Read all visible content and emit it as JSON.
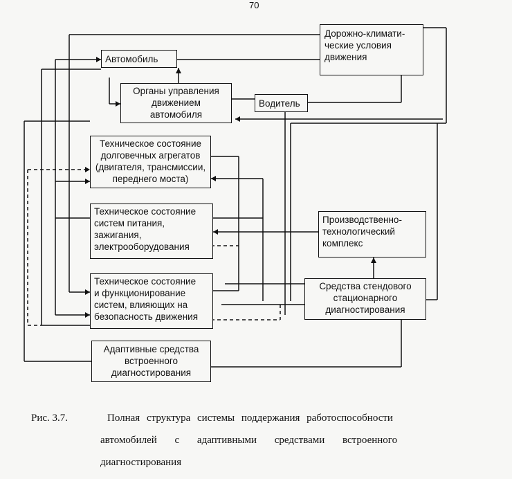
{
  "page_number": "70",
  "boxes": {
    "road": "Дорожно-климати-\nческие условия\nдвижения",
    "car": "Автомобиль",
    "controls": "Органы управления\nдвижением\nавтомобиля",
    "driver": "Водитель",
    "tech_aggregates": "Техническое состояние\nдолговечных агрегатов\n(двигателя, трансмиссии,\nпереднего моста)",
    "tech_systems": "Техническое состояние\nсистем питания,\nзажигания,\nэлектрооборудования",
    "production": "Производственно-\nтехнологический\nкомплекс",
    "tech_safety": "Техническое состояние\nи функционирование\nсистем, влияющих на\nбезопасность движения",
    "bench_diag": "Средства стендового\nстационарного\nдиагностирования",
    "adaptive": "Адаптивные средства\nвстроенного\nдиагностирования"
  },
  "caption": {
    "label": "Рис. 3.7.",
    "line1": "Полная структура системы поддержания работоспособности",
    "line2": "автомобилей с адаптивными средствами встроенного",
    "line3": "диагностирования"
  }
}
